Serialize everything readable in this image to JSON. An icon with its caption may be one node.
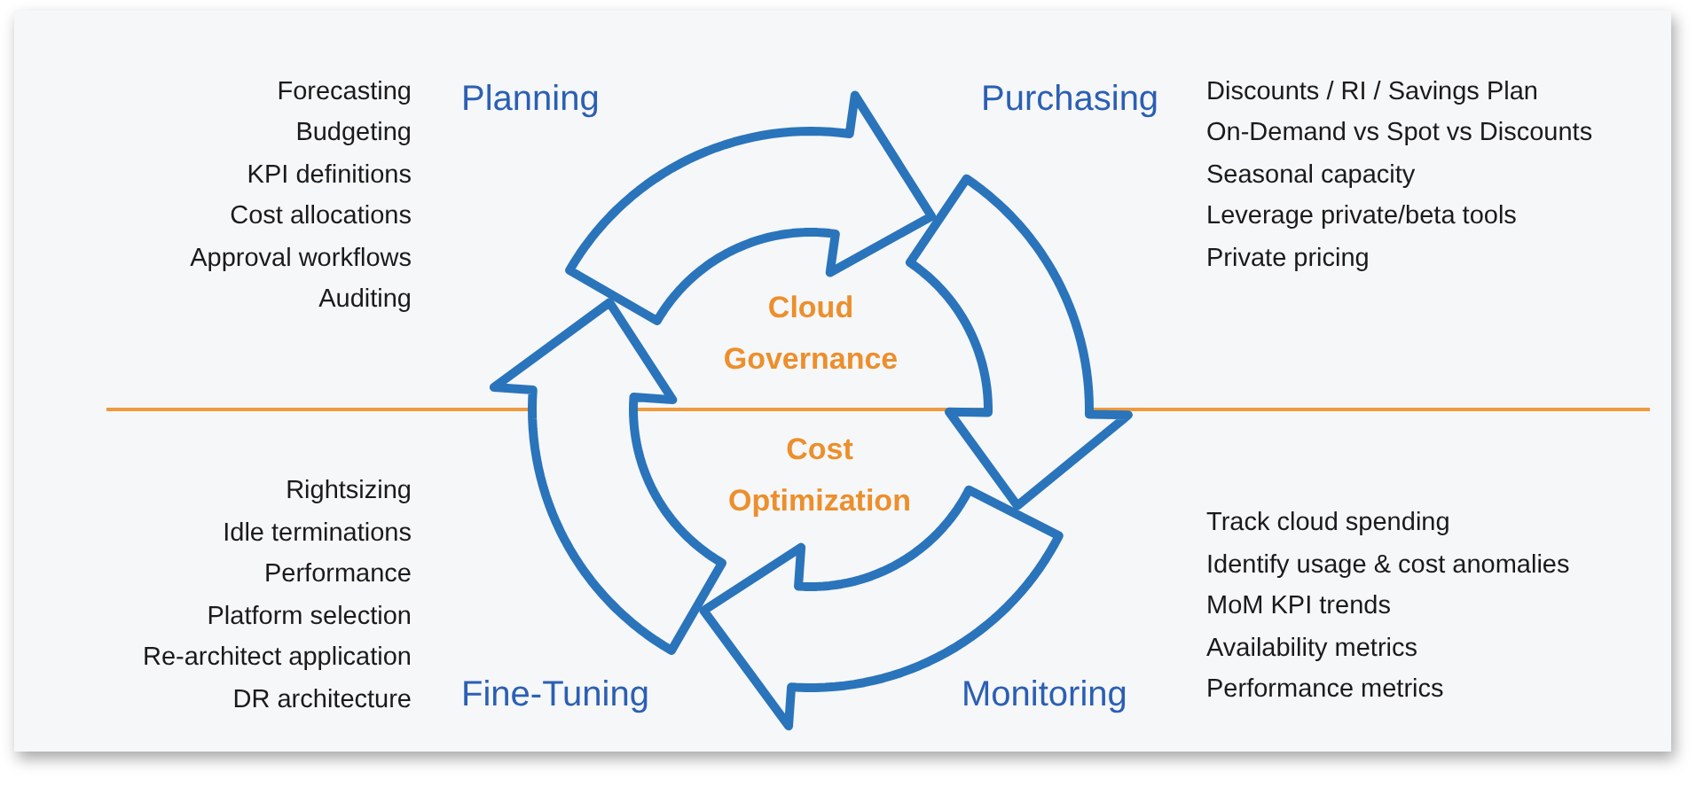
{
  "diagram": {
    "labels": [
      "Forecasting",
      "Budgeting",
      "KPI definitions",
      "Cost allocations",
      "Approval workflows",
      "Auditing",
      "Planning",
      "Purchasing",
      "Discounts / RI / Savings Plan",
      "On-Demand vs Spot vs Discounts",
      "Seasonal capacity",
      "Leverage private/beta tools",
      "Private pricing",
      "Cloud Governance",
      "Cost Optimization",
      "Rightsizing",
      "Idle terminations",
      "Performance",
      "Platform selection",
      "Re-architect application",
      "DR architecture",
      "Fine-Tuning",
      "Monitoring",
      "Track cloud spending",
      "Identify usage & cost anomalies",
      "MoM KPI trends",
      "Availability metrics",
      "Performance metrics"
    ]
  }
}
